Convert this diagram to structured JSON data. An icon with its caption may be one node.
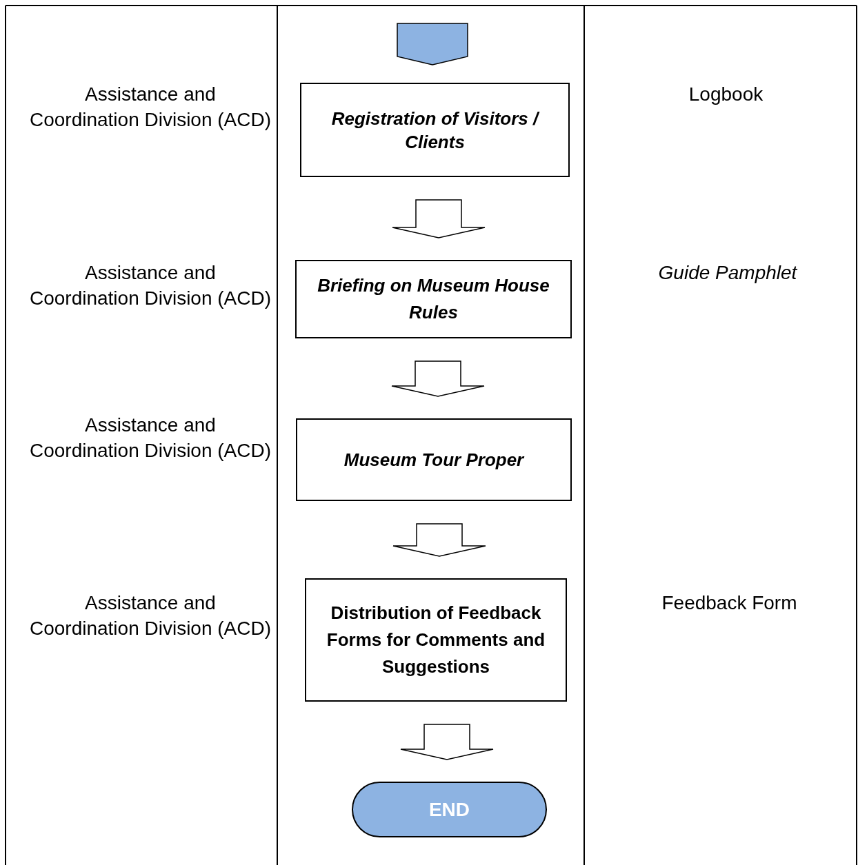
{
  "diagram": {
    "nodes": [
      {
        "text": [],
        "shape": "pentagon"
      },
      {
        "text": [
          "Registration of Visitors / Clients"
        ]
      },
      {
        "text": [
          "Briefing on Museum House Rules"
        ]
      },
      {
        "text": [
          "Museum Tour Proper"
        ]
      },
      {
        "text": [
          "Distribution of Feedback Forms for Comments and Suggestions"
        ]
      },
      {
        "text": [
          "END"
        ]
      }
    ],
    "edges": [
      {
        "from": 1,
        "to": 2,
        "arrow": "to"
      },
      {
        "from": 2,
        "to": 3,
        "arrow": "to"
      },
      {
        "from": 3,
        "to": 4,
        "arrow": "to"
      },
      {
        "from": 4,
        "to": 5,
        "arrow": "to"
      }
    ],
    "labels": [
      "Assistance and Coordination Division (ACD)",
      "Logbook",
      "Assistance and Coordination Division (ACD)",
      "Guide Pamphlet",
      "Assistance and Coordination Division (ACD)",
      "Assistance and Coordination Division (ACD)",
      "Feedback Form"
    ]
  }
}
